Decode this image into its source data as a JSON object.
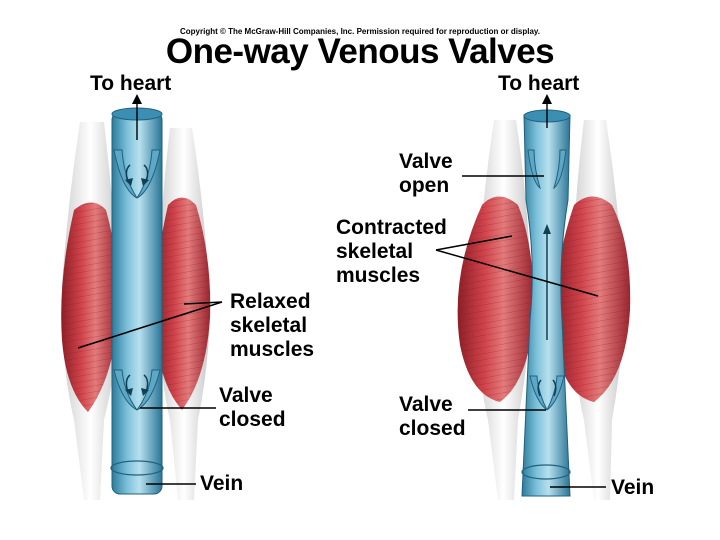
{
  "copyright": "Copyright © The McGraw-Hill Companies, Inc. Permission required for reproduction or display.",
  "title": "One-way Venous Valves",
  "left_panel": {
    "to_heart": "To heart",
    "muscles": [
      "Relaxed",
      "skeletal",
      "muscles"
    ],
    "valve": [
      "Valve",
      "closed"
    ],
    "vein": "Vein"
  },
  "right_panel": {
    "to_heart": "To heart",
    "valve_open": [
      "Valve",
      "open"
    ],
    "muscles": [
      "Contracted",
      "skeletal",
      "muscles"
    ],
    "valve": [
      "Valve",
      "closed"
    ],
    "vein": "Vein"
  },
  "colors": {
    "muscle": "#c8323c",
    "muscle_light": "#e89a9a",
    "tendon": "#eeeeee",
    "vein": "#6fb5cf",
    "vein_dark": "#2f7fa0",
    "vein_light": "#a9d6e6"
  }
}
